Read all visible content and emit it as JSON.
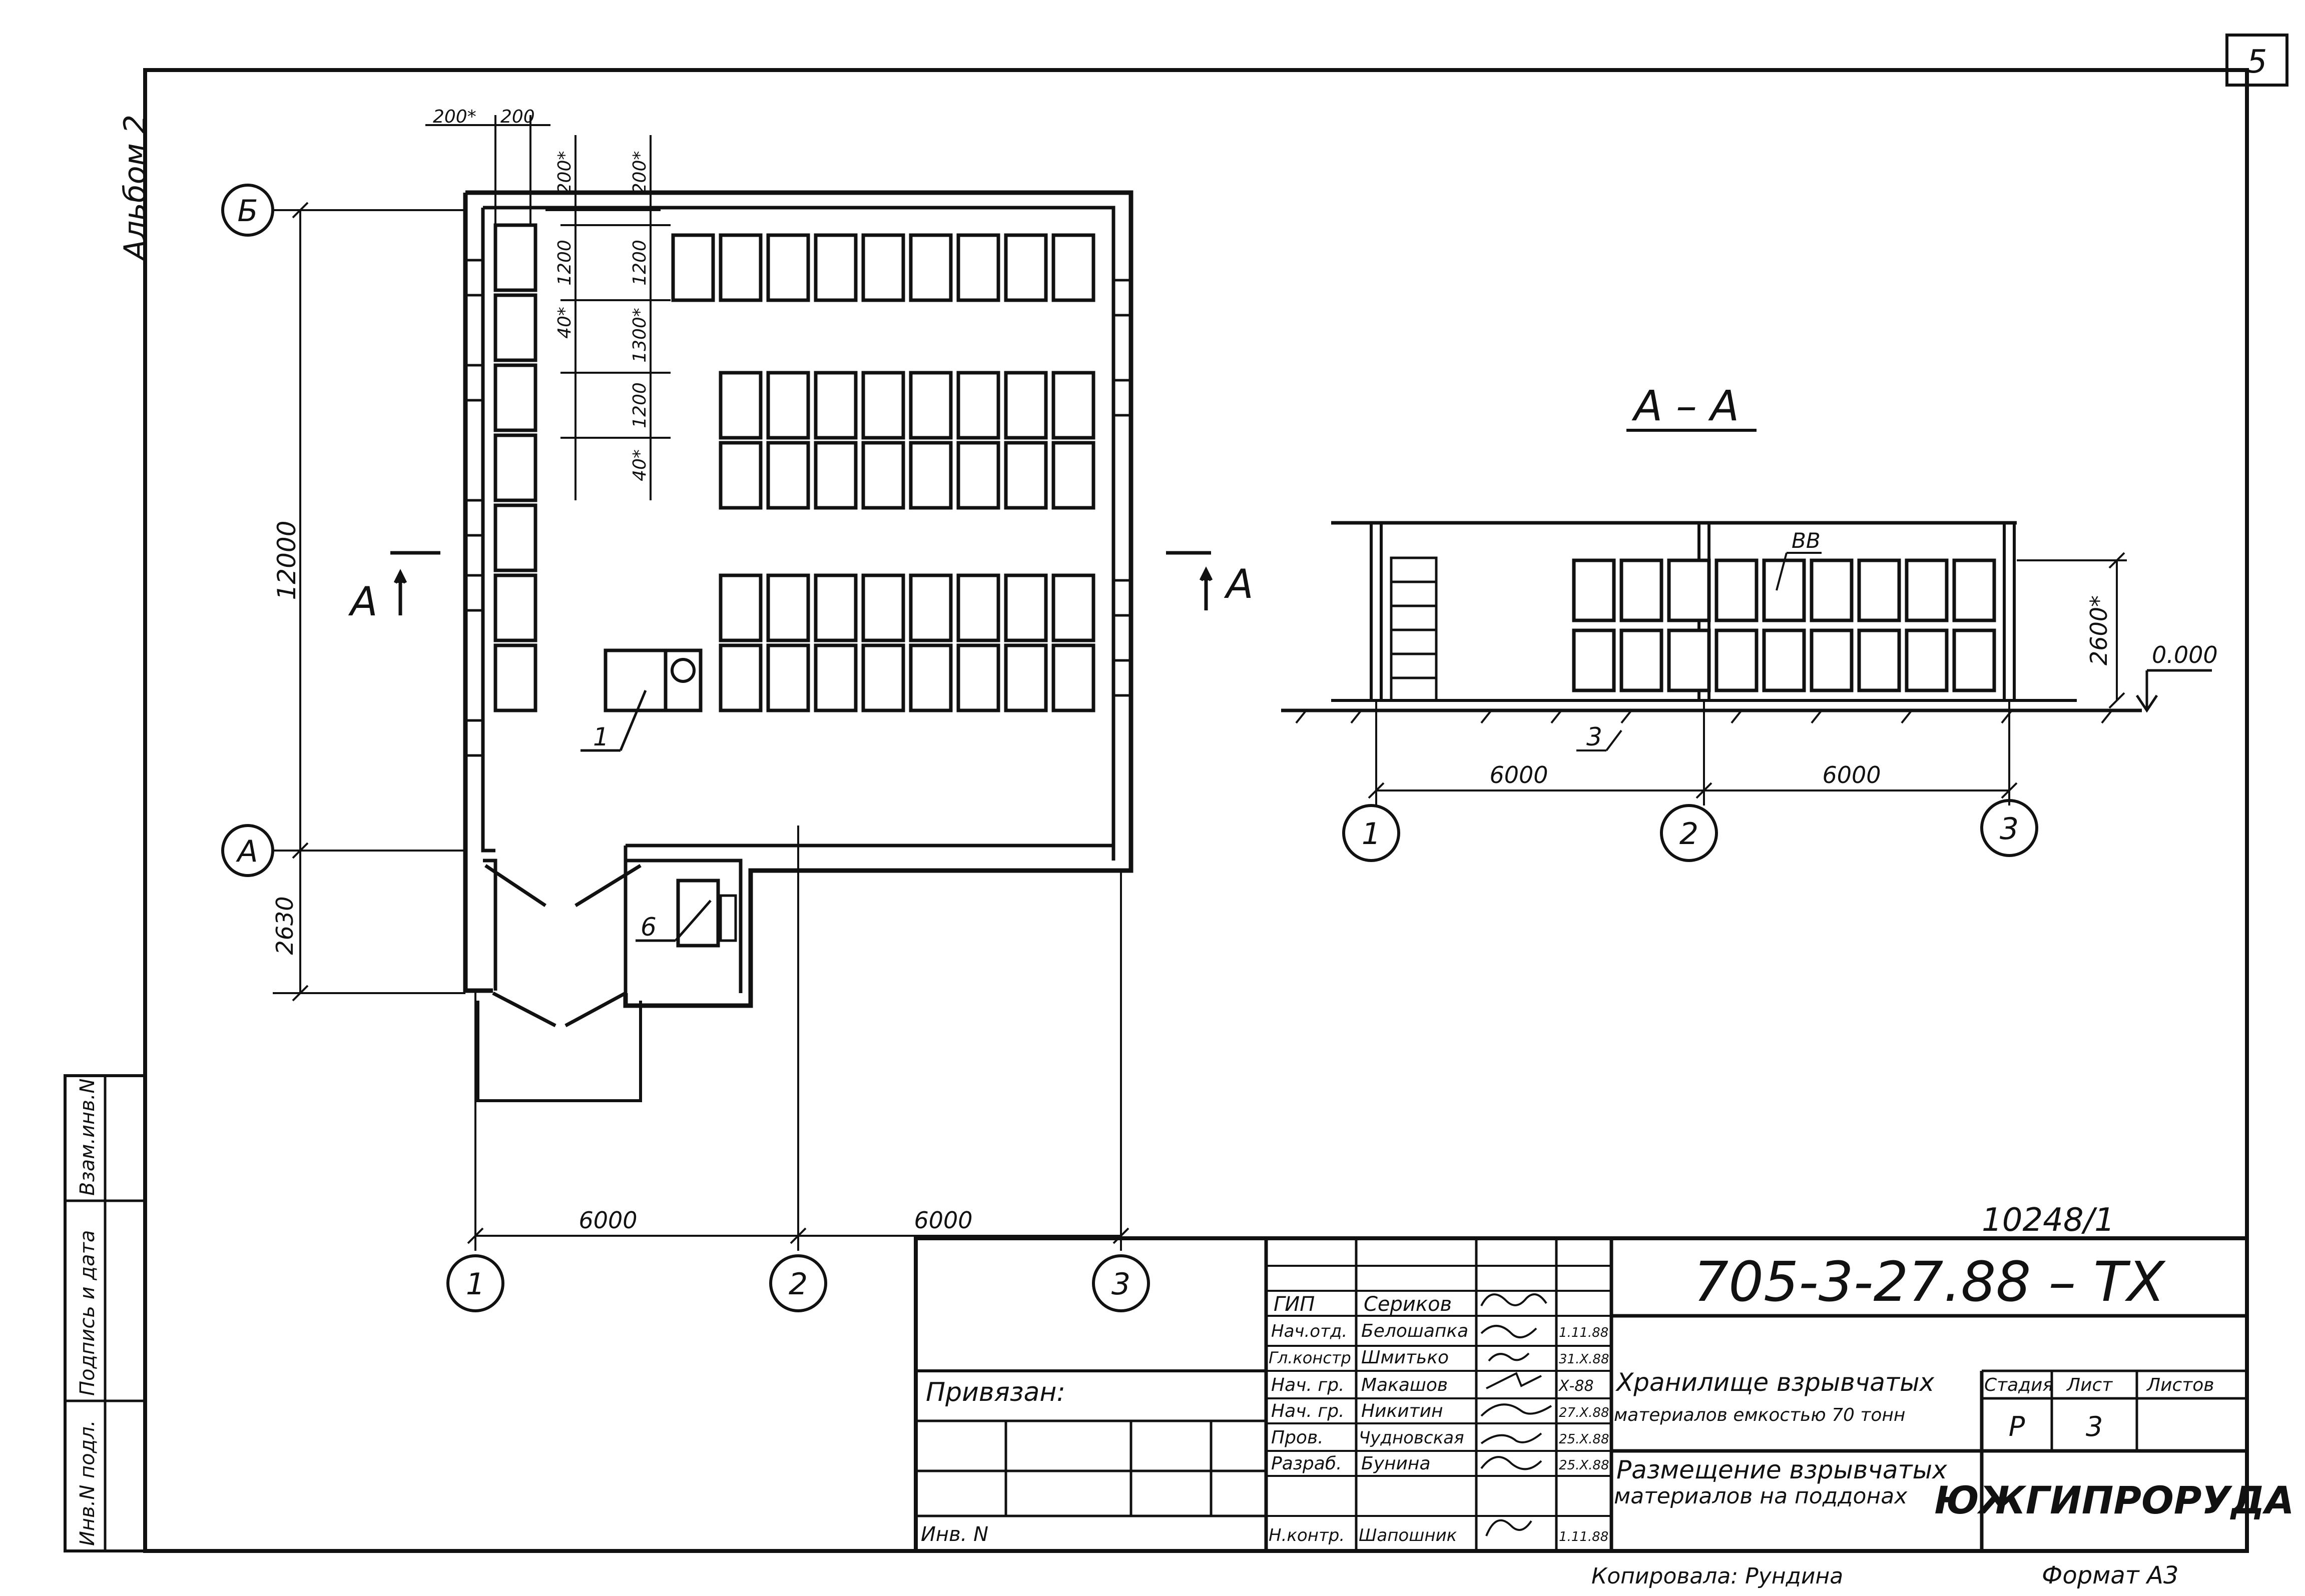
{
  "sheet": {
    "page_number": "5",
    "album": "Альбом 2",
    "archive_number": "10248/1",
    "format_label": "Формат A3",
    "copied_by": "Копировала: Рундина"
  },
  "plan": {
    "axis_rows": [
      "Б",
      "А"
    ],
    "axis_cols": [
      "1",
      "2",
      "3"
    ],
    "dim_total_h": "12000",
    "dim_vestibule_h": "2630",
    "dim_span_left": "6000",
    "dim_span_right": "6000",
    "dims_top": [
      "200*",
      "200"
    ],
    "dims_side": [
      "200*",
      "200*",
      "1200",
      "1200",
      "40*",
      "1300*",
      "1200",
      "40*"
    ],
    "section_mark_left": "А",
    "section_mark_right": "А",
    "callouts": [
      "1",
      "6"
    ]
  },
  "section": {
    "title": "А – А",
    "axis_cols": [
      "1",
      "2",
      "3"
    ],
    "dim_span_left": "6000",
    "dim_span_right": "6000",
    "height_dim": "2600*",
    "level_mark": "0.000",
    "label_vv": "ВВ",
    "callout": "3"
  },
  "stamp": {
    "designation": "705-3-27.88 – ТХ",
    "object_name_1": "Хранилище взрывчатых",
    "object_name_2": "материалов емкостью 70 тонн",
    "sheet_name_1": "Размещение взрывчатых",
    "sheet_name_2": "материалов на поддонах",
    "org": "ЮЖГИПРОРУДА",
    "hdr_stage": "Стадия",
    "hdr_sheet": "Лист",
    "hdr_sheets": "Листов",
    "stage": "Р",
    "sheet": "3",
    "sheets": "",
    "bound_to": "Привязан:",
    "inv_no": "Инв. N",
    "roles": [
      {
        "role": "ГИП",
        "name": "Сериков",
        "date": ""
      },
      {
        "role": "Нач.отд.",
        "name": "Белошапка",
        "date": "1.11.88"
      },
      {
        "role": "Гл.констр",
        "name": "Шмитько",
        "date": "31.Х.88"
      },
      {
        "role": "Нач. гр.",
        "name": "Макашов",
        "date": "Х-88"
      },
      {
        "role": "Нач. гр.",
        "name": "Никитин",
        "date": "27.Х.88"
      },
      {
        "role": "Пров.",
        "name": "Чудновская",
        "date": "25.Х.88"
      },
      {
        "role": "Разраб.",
        "name": "Бунина",
        "date": "25.Х.88"
      },
      {
        "role": "Н.контр.",
        "name": "Шапошник",
        "date": "1.11.88"
      }
    ]
  },
  "side_stamp": {
    "inv_podl": "Инв.N подл.",
    "sign_date": "Подпись и дата",
    "vzam_inv": "Взам.инв.N"
  }
}
